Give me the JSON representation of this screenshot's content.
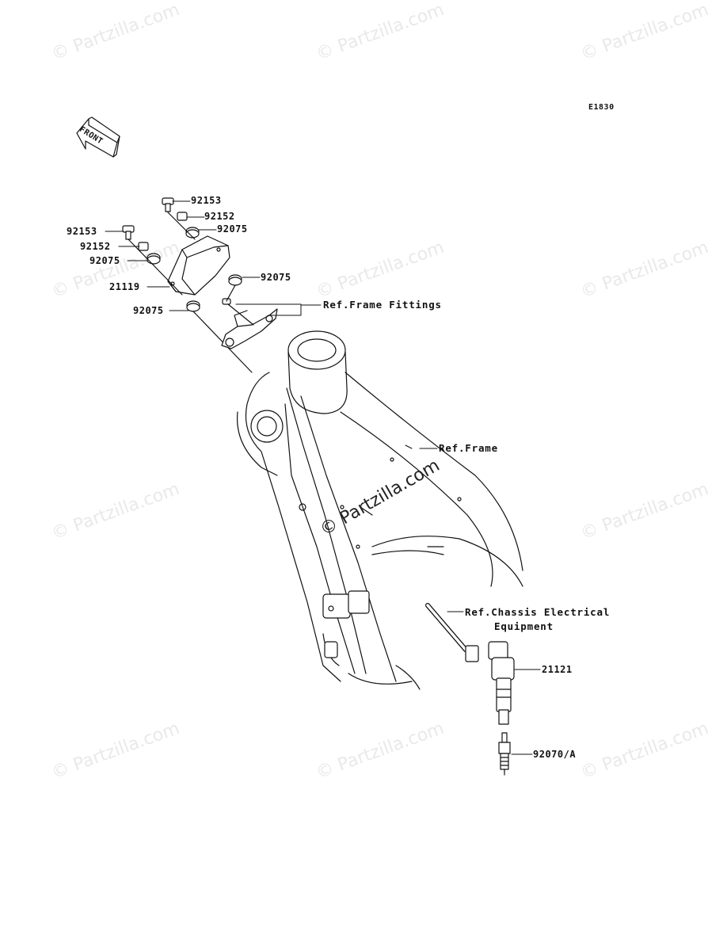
{
  "diagram_code": "E1830",
  "front_label": "FRONT",
  "watermark": "© Partzilla.com",
  "parts": {
    "p92153_top": "92153",
    "p92152_top": "92152",
    "p92075_top": "92075",
    "p92153_left": "92153",
    "p92152_left": "92152",
    "p92075_left": "92075",
    "p92075_right": "92075",
    "p21119": "21119",
    "p92075_bottom": "92075",
    "p21121": "21121",
    "p92070": "92070/A"
  },
  "refs": {
    "frame_fittings": "Ref.Frame Fittings",
    "frame": "Ref.Frame",
    "chassis_line1": "Ref.Chassis Electrical",
    "chassis_line2": "Equipment"
  }
}
